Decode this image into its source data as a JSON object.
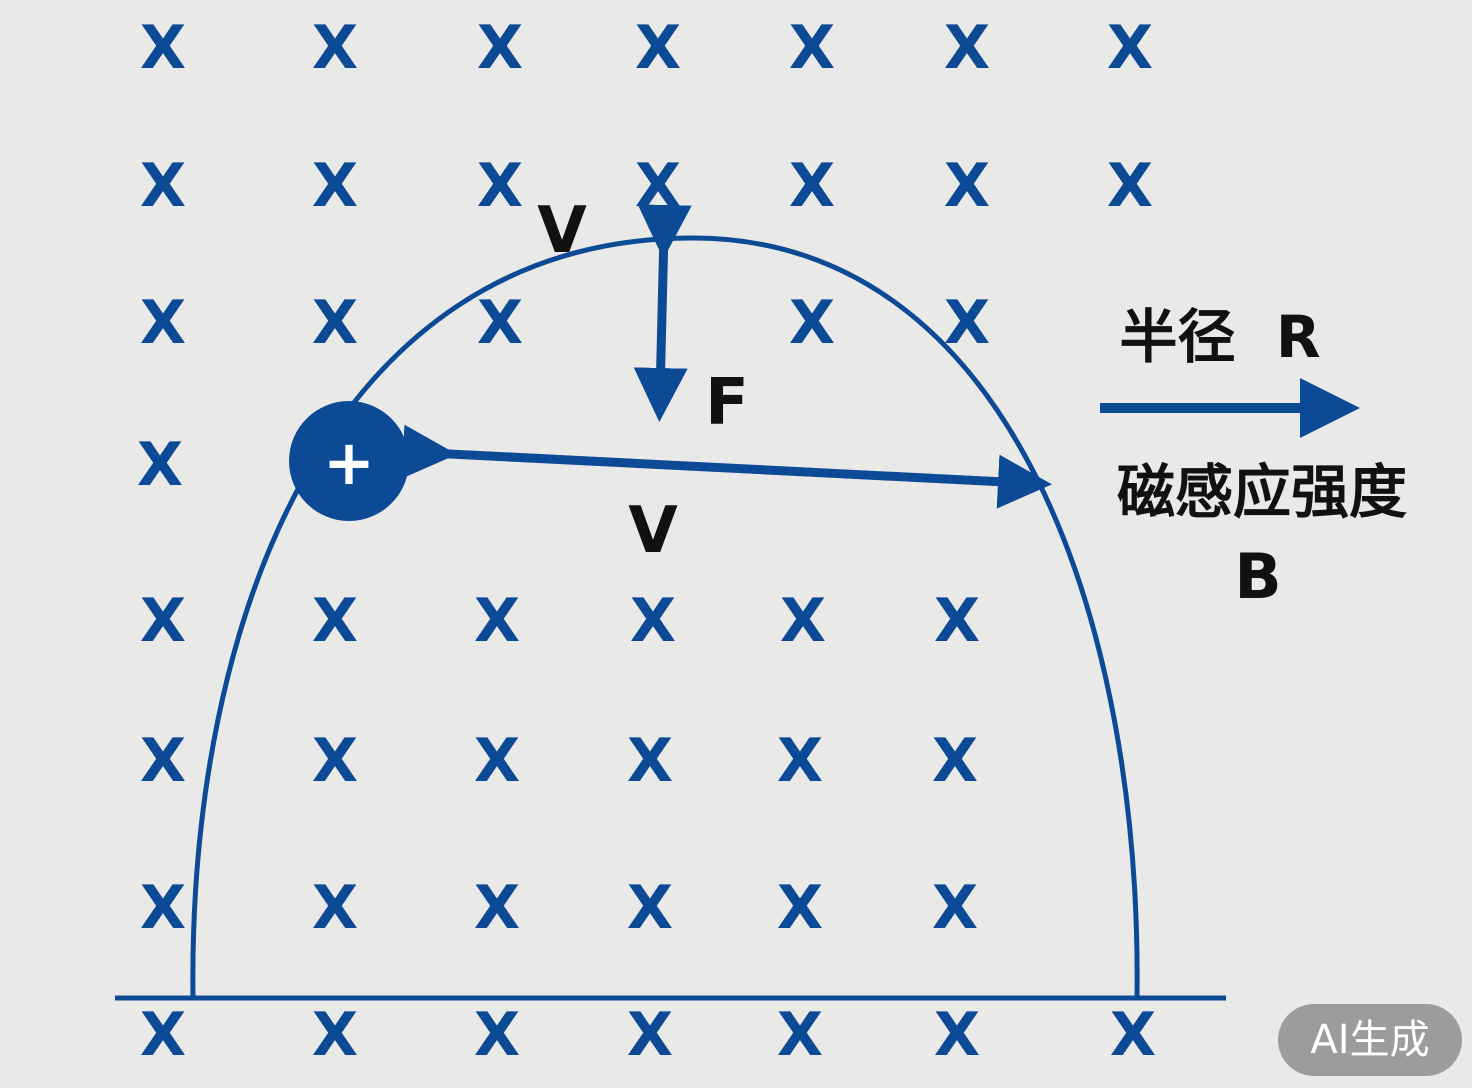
{
  "diagram": {
    "field_marker": "X",
    "charge_symbol": "+",
    "velocity_label_top": "V",
    "force_label": "F",
    "velocity_label_bottom": "V",
    "legend": {
      "radius_label": "半径  R",
      "field_label": "磁感应强度",
      "field_symbol": "B"
    },
    "colors": {
      "accent": "#0d4a96",
      "background": "#e9e9e8",
      "text": "#111111"
    }
  },
  "watermark": "AI生成"
}
